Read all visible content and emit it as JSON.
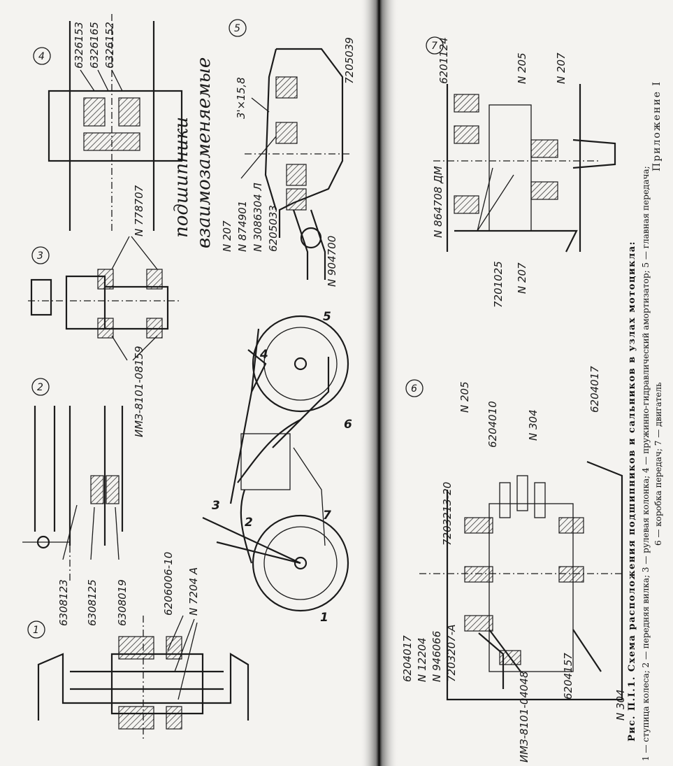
{
  "header": "Приложение I",
  "handwritten": [
    "подшипники",
    "взаимозаменяемые"
  ],
  "caption": {
    "title": "Рис. П.I.1. Схема расположения подшипников и сальников в узлах мотоцикла:",
    "line1": "1 — ступица колеса; 2 — передняя вилка; 3 — рулевая колонка; 4 — пружинно-гидравлический амортизатор; 5 — главная передача;",
    "line2": "6 — коробка передач; 7 — двигатель"
  },
  "circles": [
    "1",
    "2",
    "3",
    "4",
    "5",
    "6",
    "7"
  ],
  "part_numbers": {
    "n1": "6206006-10",
    "n2": "N 7204 A",
    "n3": "6308123",
    "n4": "6308125",
    "n5": "6308019",
    "n6": "ИМЗ-8101-08159",
    "n7": "N 778707",
    "n8": "6326153",
    "n9": "6326165",
    "n10": "6326152",
    "n11": "3'×15,8",
    "n12": "7205039",
    "n13": "N 207",
    "n14": "N 874901",
    "n15": "N 3086304 Л",
    "n16": "6205033",
    "n17": "N 904700",
    "n18": "6201124",
    "n19": "N 205",
    "n20": "N 207",
    "n21": "N 864708 ДМ",
    "n22": "7201025",
    "n23": "N 207",
    "n24": "7203213-20",
    "n25": "N 205",
    "n26": "6204010",
    "n27": "N 304",
    "n28": "6204017",
    "n29": "6204017",
    "n30": "N 12204",
    "n31": "N 946066",
    "n32": "7203207-А",
    "n33": "ИМЗ-8101-04048",
    "n34": "6204157",
    "n35": "N 304"
  },
  "callouts": [
    "1",
    "2",
    "3",
    "4",
    "5",
    "6",
    "7"
  ]
}
